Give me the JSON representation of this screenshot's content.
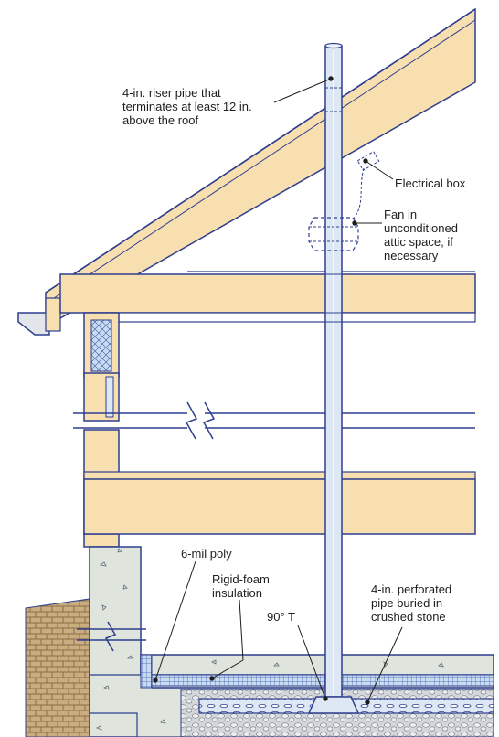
{
  "callouts": {
    "riser_pipe": "4-in. riser pipe that\nterminates at least 12 in.\nabove the roof",
    "electrical_box": "Electrical box",
    "fan": "Fan in\nunconditioned\nattic space, if\nnecessary",
    "poly": "6-mil poly",
    "rigid_foam": "Rigid-foam\ninsulation",
    "tee": "90° T",
    "perforated_pipe": "4-in. perforated\npipe buried in\ncrushed stone"
  },
  "colors": {
    "lumber": "#f7dfb0",
    "pipe": "#dde8f4",
    "outline": "#2f3f8f",
    "concrete": "#dfe4dc",
    "insulation": "#b9d4ee",
    "gravel": "#cfd2d6",
    "soil": "#b99c70"
  }
}
